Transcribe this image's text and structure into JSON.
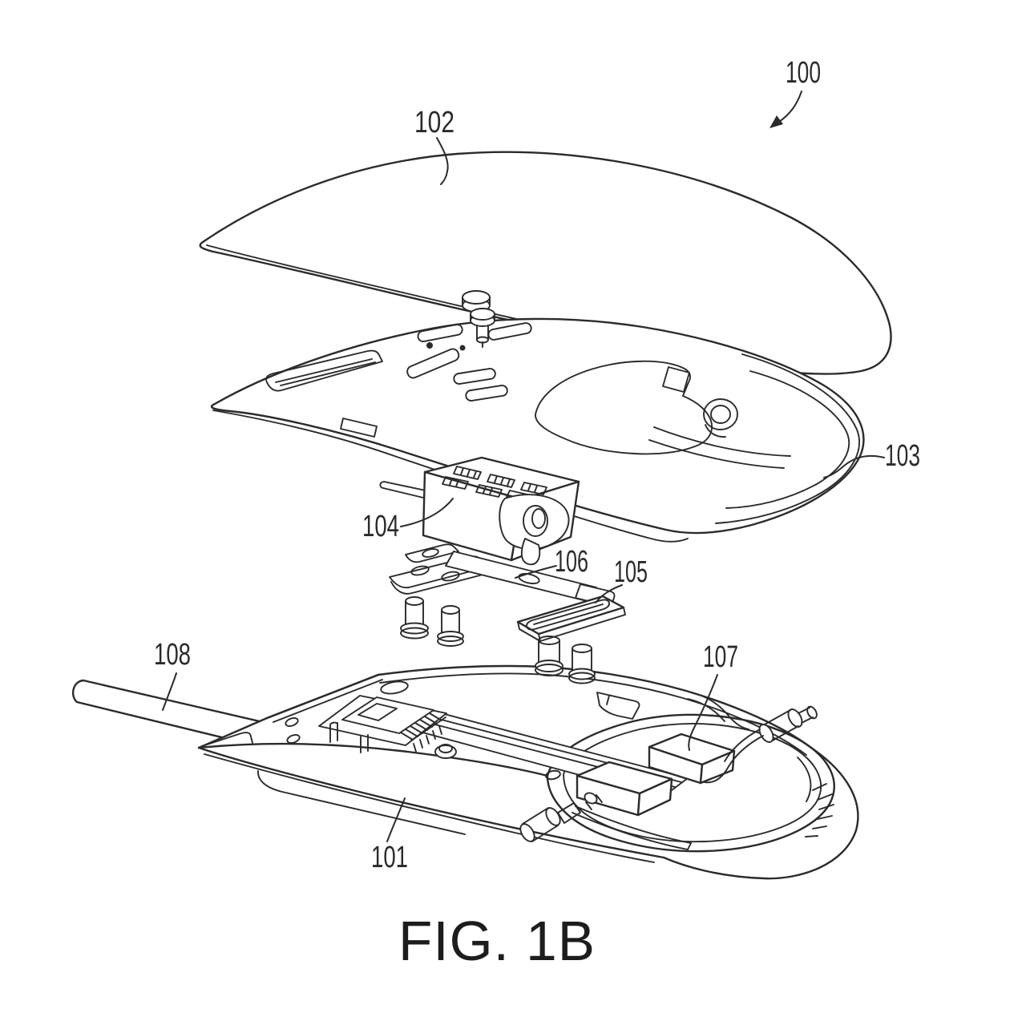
{
  "figure": {
    "caption": "FIG. 1B"
  },
  "ref_labels": {
    "l100": "100",
    "l101": "101",
    "l102": "102",
    "l103": "103",
    "l104": "104",
    "l105": "105",
    "l106": "106",
    "l107": "107",
    "l108": "108"
  },
  "colors": {
    "line": "#2b2b2b",
    "background": "#ffffff"
  }
}
